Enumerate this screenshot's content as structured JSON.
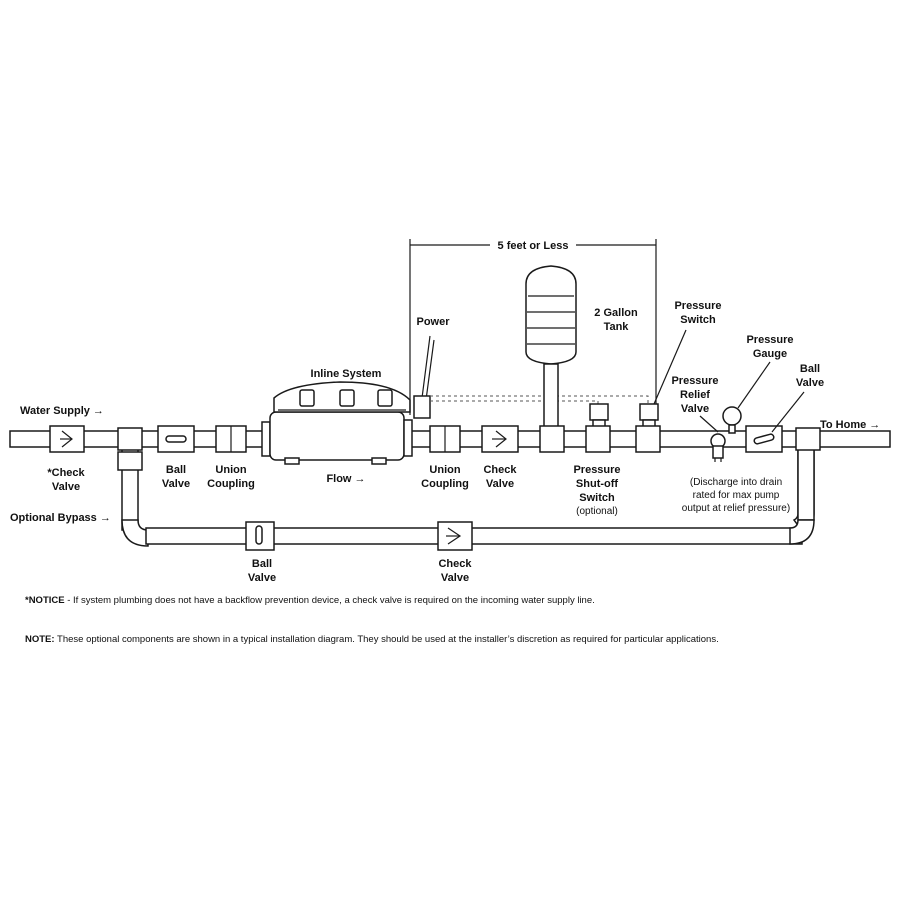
{
  "labels": {
    "water_supply": "Water Supply →",
    "check_valve_star_1": "*Check",
    "check_valve_star_2": "Valve",
    "ball_valve_1_1": "Ball",
    "ball_valve_1_2": "Valve",
    "union_coupling_1_1": "Union",
    "union_coupling_1_2": "Coupling",
    "inline_system": "Inline System",
    "power": "Power",
    "flow": "Flow →",
    "five_feet": "5 feet or Less",
    "tank_1": "2 Gallon",
    "tank_2": "Tank",
    "union_coupling_2_1": "Union",
    "union_coupling_2_2": "Coupling",
    "check_valve_2_1": "Check",
    "check_valve_2_2": "Valve",
    "shutoff_1": "Pressure",
    "shutoff_2": "Shut-off",
    "shutoff_3": "Switch",
    "shutoff_4": "(optional)",
    "pressure_switch_1": "Pressure",
    "pressure_switch_2": "Switch",
    "relief_1": "Pressure",
    "relief_2": "Relief",
    "relief_3": "Valve",
    "gauge_1": "Pressure",
    "gauge_2": "Gauge",
    "ball_valve_3_1": "Ball",
    "ball_valve_3_2": "Valve",
    "to_home": "To Home →",
    "discharge_1": "(Discharge into drain",
    "discharge_2": "rated for max pump",
    "discharge_3": "output at relief pressure)",
    "optional_bypass": "Optional Bypass →",
    "bypass_ball_1": "Ball",
    "bypass_ball_2": "Valve",
    "bypass_check_1": "Check",
    "bypass_check_2": "Valve"
  },
  "notes": {
    "notice_label": "*NOTICE",
    "notice_text": " - If system plumbing does not have a backflow prevention device, a check valve is required on the incoming water supply line.",
    "note_label": "NOTE:",
    "note_text": " These optional components are shown in a typical installation diagram. They should be used at the installer’s discretion as required for particular applications."
  }
}
